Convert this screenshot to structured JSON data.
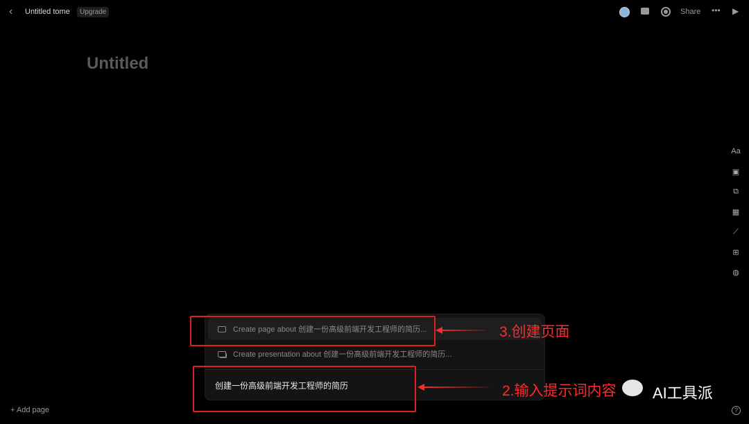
{
  "header": {
    "title": "Untitled tome",
    "upgrade": "Upgrade",
    "share": "Share"
  },
  "page": {
    "title": "Untitled"
  },
  "footer": {
    "add_page": "+ Add page",
    "help": "?"
  },
  "toolbar": [
    "Aa",
    "🖼",
    "⧉",
    "▦",
    "📈",
    "⊞",
    "🎨"
  ],
  "prompt_menu": {
    "options": [
      "Create page about 创建一份高级前端开发工程师的简历...",
      "Create presentation about 创建一份高级前端开发工程师的简历..."
    ],
    "input_value": "创建一份高级前端开发工程师的简历"
  },
  "annotations": {
    "step3": "3.创建页面",
    "step2": "2.输入提示词内容"
  },
  "watermark": "AI工具派"
}
